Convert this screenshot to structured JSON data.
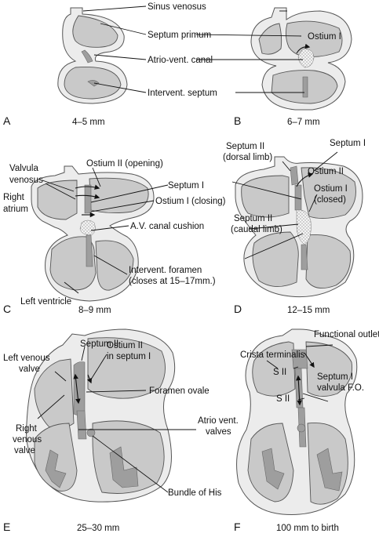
{
  "panels": [
    {
      "id": "A",
      "letter": "A",
      "caption": "4–5 mm",
      "labels": [
        "Sinus venosus",
        "Septum primum",
        "Atrio-vent. canal",
        "Intervent. septum"
      ]
    },
    {
      "id": "B",
      "letter": "B",
      "caption": "6–7 mm",
      "labels": [
        "Ostium I"
      ]
    },
    {
      "id": "C",
      "letter": "C",
      "caption": "8–9 mm",
      "labels": [
        "Valvula",
        "venosus",
        "Right",
        "atrium",
        "Ostium II (opening)",
        "Septum I",
        "Ostium I (closing)",
        "A.V. canal cushion",
        "Intervent. foramen",
        "(closes at 15–17mm.)",
        "Left ventricle"
      ]
    },
    {
      "id": "D",
      "letter": "D",
      "caption": "12–15 mm",
      "labels": [
        "Septum II",
        "(dorsal limb)",
        "Septum I",
        "Ostium II",
        "Ostium I",
        "(closed)",
        "Septum II",
        "(caudal limb)"
      ]
    },
    {
      "id": "E",
      "letter": "E",
      "caption": "25–30 mm",
      "labels": [
        "Left venous",
        "valve",
        "Septum II",
        "Ostium II",
        "in septum I",
        "Foramen ovale",
        "Right",
        "venous",
        "valve",
        "Atrio vent.",
        "valves",
        "Bundle of His"
      ]
    },
    {
      "id": "F",
      "letter": "F",
      "caption": "100 mm to birth",
      "labels": [
        "Crista terminalis",
        "Functional outlet F.O.",
        "S II",
        "Septum I",
        "valvula F.O.",
        "S II"
      ]
    }
  ]
}
